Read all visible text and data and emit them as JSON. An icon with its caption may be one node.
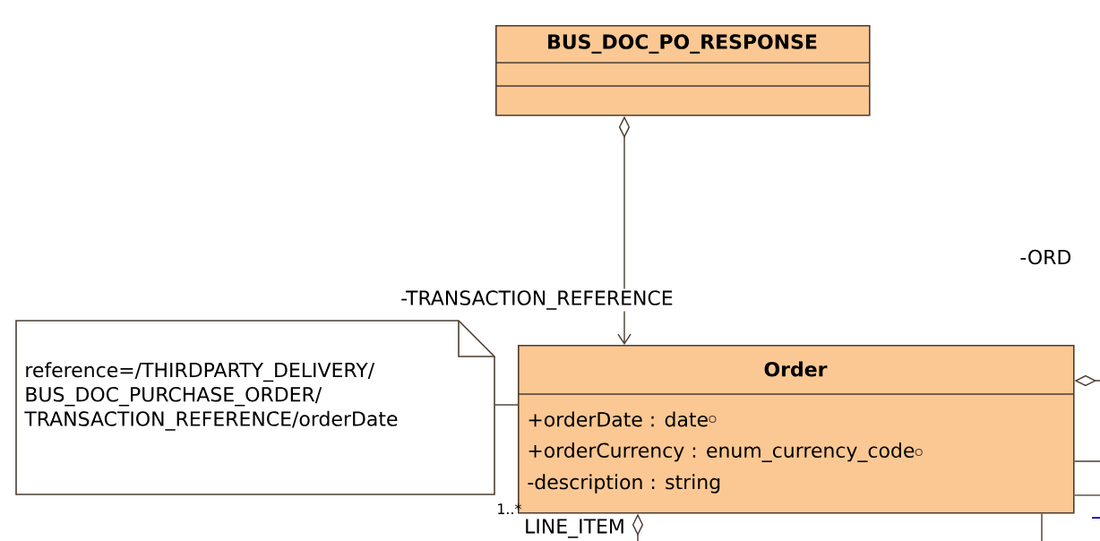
{
  "diagram": {
    "nodes": [
      {
        "text": [
          "BUS_DOC_PO_RESPONSE"
        ]
      },
      {
        "text": [
          "reference=/THIRDPARTY_DELIVERY/BUS_DOC_PURCHASE_ORDER/TRANSACTION_REFERENCE/orderDate"
        ]
      },
      {
        "text": [
          "Order",
          "+orderDate : date",
          "+orderCurrency : enum_currency_code",
          "-description : string"
        ]
      }
    ],
    "edges": [
      {
        "from": 0,
        "to": 2,
        "arrow": "to",
        "label": "-TRANSACTION_REFERENCE"
      },
      {
        "from": 1,
        "to": 2,
        "arrow": "none"
      },
      {
        "from": 2,
        "to": null,
        "arrow": "other",
        "label": "LINE_ITEM"
      },
      {
        "from": 2,
        "to": null,
        "arrow": "other"
      },
      {
        "from": 2,
        "to": null,
        "arrow": "none"
      },
      {
        "from": 2,
        "to": null,
        "arrow": "none"
      },
      {
        "from": 2,
        "to": null,
        "arrow": "none"
      }
    ],
    "labels": [
      "-ORD",
      "1..*"
    ]
  }
}
